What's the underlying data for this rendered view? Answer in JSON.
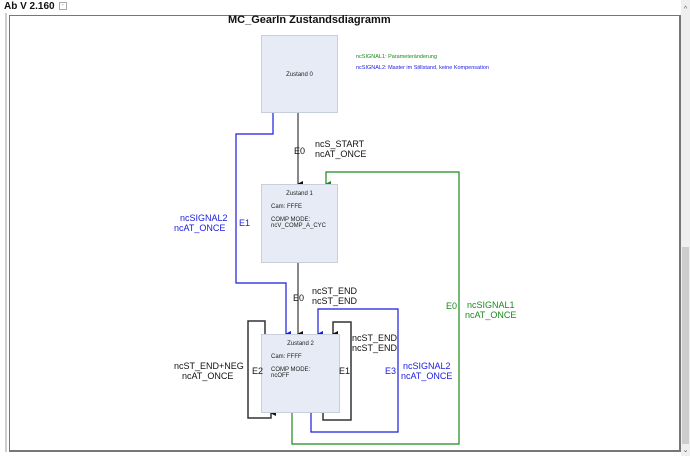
{
  "header": {
    "label": "Ab V 2.160",
    "collapse_icon": "collapse-icon"
  },
  "diagram": {
    "title": "MC_GearIn Zustandsdiagramm",
    "legend": [
      {
        "text": "ncSIGNAL1: Parameteränderung",
        "color": "#1a8a1a"
      },
      {
        "text": "ncSIGNAL2: Master im Stillstand, keine Kompensation",
        "color": "#1a1adf"
      }
    ],
    "states": [
      {
        "name": "Zustand 0",
        "cam": "",
        "comp_mode_label": "",
        "comp_mode": ""
      },
      {
        "name": "Zustand 1",
        "cam": "Cam: FFFE",
        "comp_mode_label": "COMP MODE:",
        "comp_mode": "ncV_COMP_A_CYC"
      },
      {
        "name": "Zustand 2",
        "cam": "Cam: FFFF",
        "comp_mode_label": "COMP MODE:",
        "comp_mode": "ncOFF"
      }
    ],
    "transitions": [
      {
        "id": "E0",
        "from": "Zustand 0",
        "to": "Zustand 1",
        "label": "E0",
        "cond1": "ncS_START",
        "cond2": "ncAT_ONCE",
        "color": "#111111"
      },
      {
        "id": "E1",
        "from": "Zustand 0",
        "to": "Zustand 2",
        "label": "E1",
        "cond1": "ncSIGNAL2",
        "cond2": "ncAT_ONCE",
        "color": "#1a1adf"
      },
      {
        "id": "E0b",
        "from": "Zustand 1",
        "to": "Zustand 2",
        "label": "E0",
        "cond1": "ncST_END",
        "cond2": "ncST_END",
        "color": "#111111"
      },
      {
        "id": "E2",
        "from": "Zustand 2",
        "to": "Zustand 2",
        "label": "E2",
        "cond1": "ncST_END+NEG",
        "cond2": "ncAT_ONCE",
        "color": "#111111"
      },
      {
        "id": "E1b",
        "from": "Zustand 2",
        "to": "Zustand 2",
        "label": "E1",
        "cond1": "ncST_END",
        "cond2": "ncST_END",
        "color": "#111111"
      },
      {
        "id": "E3",
        "from": "Zustand 2",
        "to": "Zustand 2",
        "label": "E3",
        "cond1": "ncSIGNAL2",
        "cond2": "ncAT_ONCE",
        "color": "#1a1adf"
      },
      {
        "id": "E0c",
        "from": "Zustand 2",
        "to": "Zustand 1",
        "label": "E0",
        "cond1": "ncSIGNAL1",
        "cond2": "ncAT_ONCE",
        "color": "#1a8a1a"
      }
    ]
  }
}
